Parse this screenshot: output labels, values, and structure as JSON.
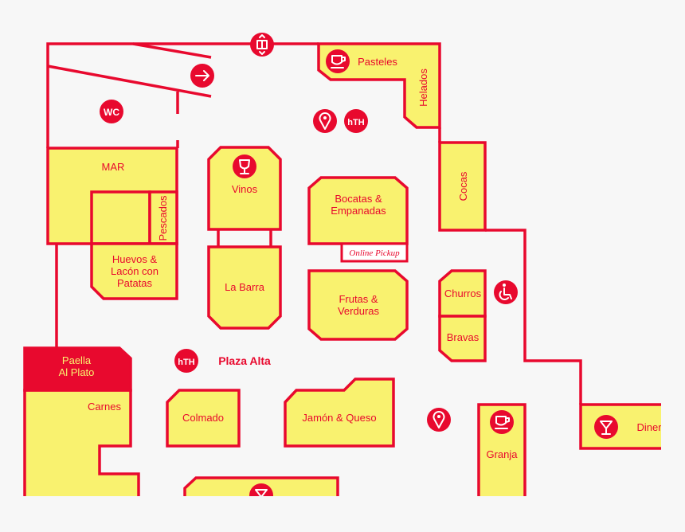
{
  "colors": {
    "red": "#e8092e",
    "yellow": "#f9f26f",
    "background": "#f7f7f7"
  },
  "area_name": "Plaza Alta",
  "stalls": {
    "mar": "MAR",
    "pescados": "Pescados",
    "huevos": [
      "Huevos &",
      "Lacón con",
      "Patatas"
    ],
    "vinos": "Vinos",
    "la_barra": "La Barra",
    "bocatas": [
      "Bocatas &",
      "Empanadas"
    ],
    "online_pickup": "Online Pickup",
    "frutas": [
      "Frutas &",
      "Verduras"
    ],
    "pasteles": "Pasteles",
    "helados": "Helados",
    "cocas": "Cocas",
    "churros": "Churros",
    "bravas": "Bravas",
    "paella": [
      "Paella",
      "Al Plato"
    ],
    "carnes": "Carnes",
    "colmado": "Colmado",
    "jamon": "Jamón & Queso",
    "granja": "Granja",
    "diner": "Diner"
  },
  "icons": {
    "wc": "WC",
    "hth": "hTH"
  }
}
